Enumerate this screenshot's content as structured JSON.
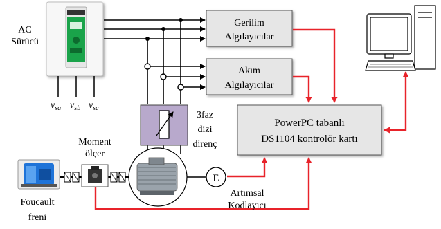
{
  "ac_drive": {
    "label_line1": "AC",
    "label_line2": "Sürücü"
  },
  "voltage_sensors": {
    "line1": "Gerilim",
    "line2": "Algılayıcılar"
  },
  "current_sensors": {
    "line1": "Akım",
    "line2": "Algılayıcılar"
  },
  "controller": {
    "line1": "PowerPC tabanlı",
    "line2": "DS1104 kontrolör kartı"
  },
  "resistor": {
    "line1": "3faz",
    "line2": "dizi",
    "line3": "direnç"
  },
  "torque_meter": {
    "line1": "Moment",
    "line2": "ölçer"
  },
  "brake": {
    "line1": "Foucault",
    "line2": "freni"
  },
  "encoder": {
    "symbol": "E",
    "line1": "Artımsal",
    "line2": "Kodlayıcı"
  },
  "voltages": [
    {
      "main": "v",
      "sub": "sa"
    },
    {
      "main": "v",
      "sub": "sb"
    },
    {
      "main": "v",
      "sub": "sc"
    }
  ],
  "colors": {
    "signal": "#e8232a",
    "wire": "#000000",
    "box_fill": "#e6e6e6",
    "resistor_fill": "#b8a9cc"
  }
}
